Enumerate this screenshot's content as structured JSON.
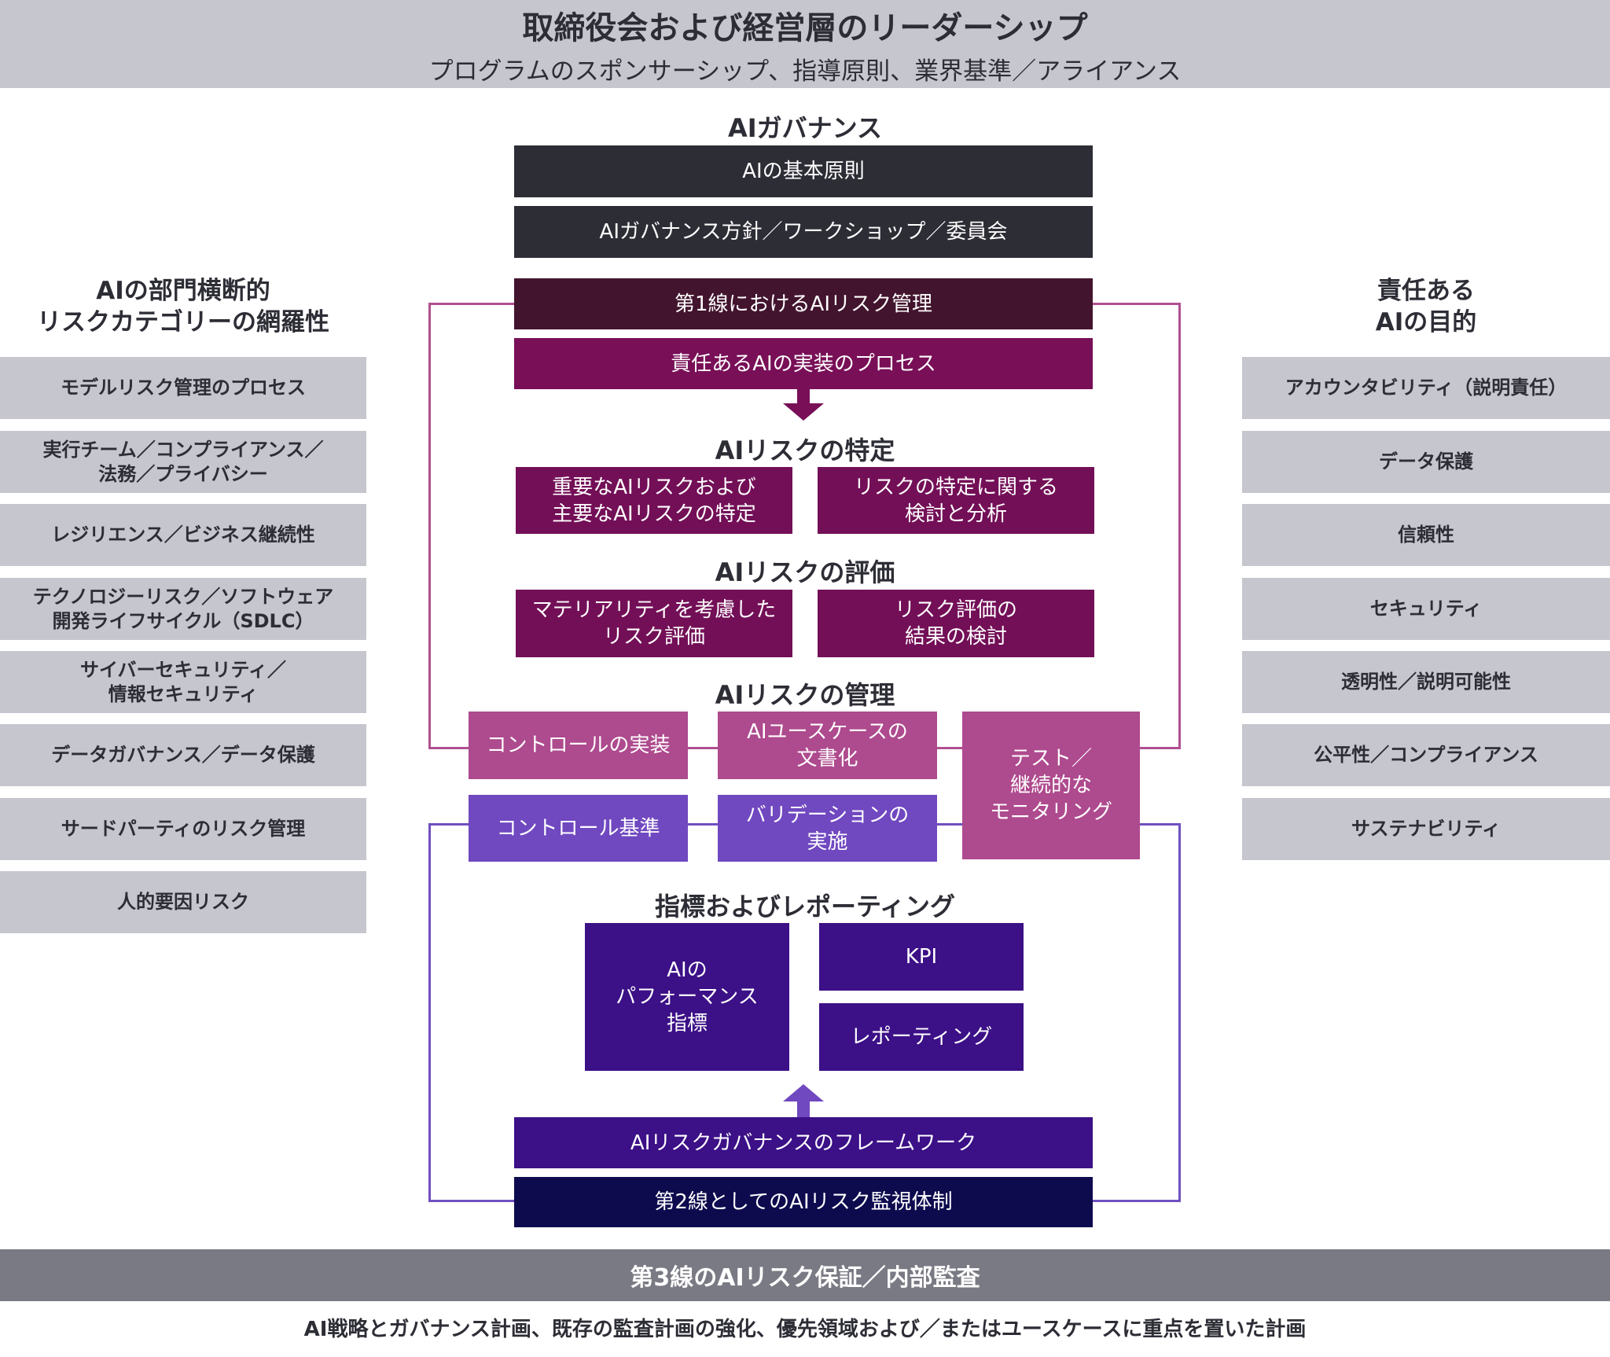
{
  "header": {
    "title": "取締役会および経営層のリーダーシップ",
    "subtitle": "プログラムのスポンサーシップ、指導原則、業界基準／アライアンス"
  },
  "governance": {
    "heading": "AIガバナンス",
    "boxes": [
      "AIの基本原則",
      "AIガバナンス方針／ワークショップ／委員会"
    ]
  },
  "first_line": {
    "title": "第1線におけるAIリスク管理",
    "process": "責任あるAIの実装のプロセス"
  },
  "identify": {
    "heading": "AIリスクの特定",
    "boxes": [
      "重要なAIリスクおよび\n主要なAIリスクの特定",
      "リスクの特定に関する\n検討と分析"
    ]
  },
  "assess": {
    "heading": "AIリスクの評価",
    "boxes": [
      "マテリアリティを考慮した\nリスク評価",
      "リスク評価の\n結果の検討"
    ]
  },
  "manage": {
    "heading": "AIリスクの管理",
    "row1": [
      "コントロールの実装",
      "AIユースケースの\n文書化"
    ],
    "row2": [
      "コントロール基準",
      "バリデーションの\n実施"
    ],
    "test": "テスト／\n継続的な\nモニタリング"
  },
  "metrics": {
    "heading": "指標およびレポーティング",
    "perf": "AIの\nパフォーマンス\n指標",
    "kpi": "KPI",
    "reporting": "レポーティング"
  },
  "second_line": {
    "framework": "AIリスクガバナンスのフレームワーク",
    "oversight": "第2線としてのAIリスク監視体制"
  },
  "left": {
    "heading": "AIの部門横断的\nリスクカテゴリーの網羅性",
    "items": [
      "モデルリスク管理のプロセス",
      "実行チーム／コンプライアンス／\n法務／プライバシー",
      "レジリエンス／ビジネス継続性",
      "テクノロジーリスク／ソフトウェア\n開発ライフサイクル（SDLC）",
      "サイバーセキュリティ／\n情報セキュリティ",
      "データガバナンス／データ保護",
      "サードパーティのリスク管理",
      "人的要因リスク"
    ]
  },
  "right": {
    "heading": "責任ある\nAIの目的",
    "items": [
      "アカウンタビリティ（説明責任）",
      "データ保護",
      "信頼性",
      "セキュリティ",
      "透明性／説明可能性",
      "公平性／コンプライアンス",
      "サステナビリティ"
    ]
  },
  "third_line": {
    "title": "第3線のAIリスク保証／内部監査",
    "footer": "AI戦略とガバナンス計画、既存の監査計画の強化、優先領域および／またはユースケースに重点を置いた計画"
  },
  "colors": {
    "gray": "#c6c6cf",
    "dark": "#2d2d36",
    "maroon": "#43142e",
    "plum": "#780f57",
    "pink": "#ae4a8e",
    "violet": "#7048c0",
    "indigo": "#3c1087",
    "navy": "#0d0a4e",
    "band3": "#7a7a84"
  }
}
